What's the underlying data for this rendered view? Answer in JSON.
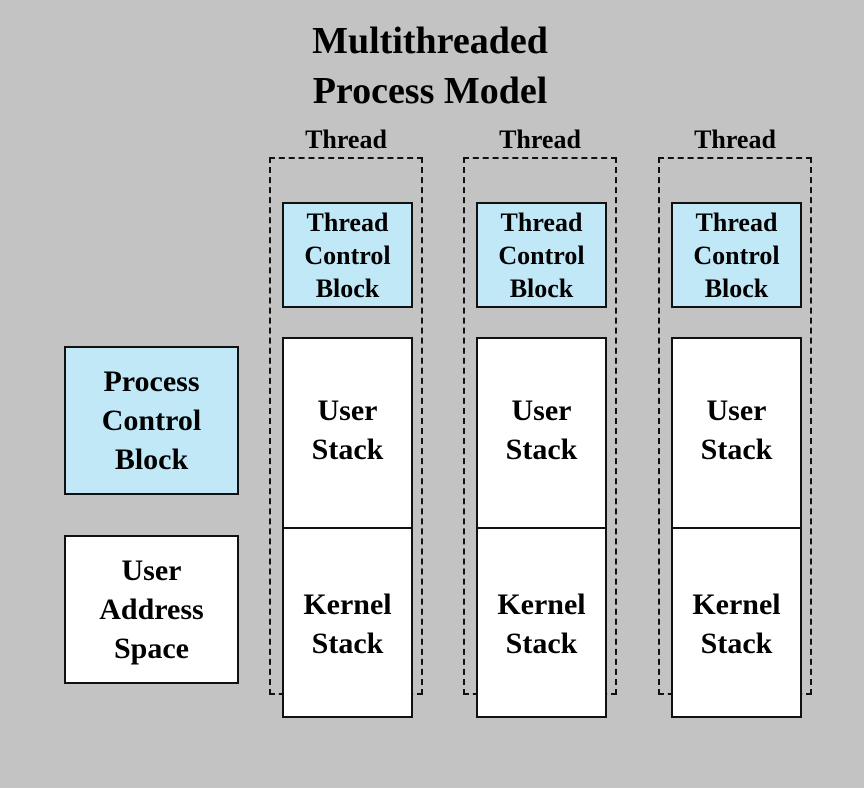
{
  "title": {
    "line1": "Multithreaded",
    "line2": "Process Model"
  },
  "process_control_block": {
    "line1": "Process",
    "line2": "Control",
    "line3": "Block"
  },
  "user_address_space": {
    "line1": "User",
    "line2": "Address",
    "line3": "Space"
  },
  "threads": [
    {
      "label": "Thread",
      "tcb": {
        "line1": "Thread",
        "line2": "Control",
        "line3": "Block"
      },
      "user_stack": {
        "line1": "User",
        "line2": "Stack"
      },
      "kernel_stack": {
        "line1": "Kernel",
        "line2": "Stack"
      }
    },
    {
      "label": "Thread",
      "tcb": {
        "line1": "Thread",
        "line2": "Control",
        "line3": "Block"
      },
      "user_stack": {
        "line1": "User",
        "line2": "Stack"
      },
      "kernel_stack": {
        "line1": "Kernel",
        "line2": "Stack"
      }
    },
    {
      "label": "Thread",
      "tcb": {
        "line1": "Thread",
        "line2": "Control",
        "line3": "Block"
      },
      "user_stack": {
        "line1": "User",
        "line2": "Stack"
      },
      "kernel_stack": {
        "line1": "Kernel",
        "line2": "Stack"
      }
    }
  ],
  "colors": {
    "background": "#c3c3c3",
    "control_block_fill": "#c0e8f7",
    "memory_fill": "#ffffff",
    "border": "#111111"
  }
}
